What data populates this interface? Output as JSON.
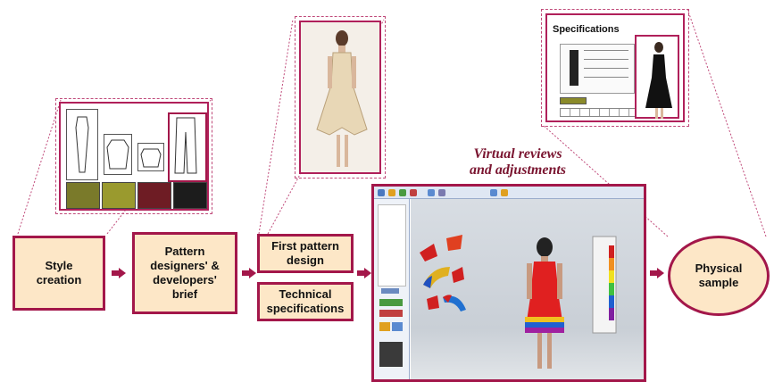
{
  "steps": {
    "style_creation": "Style\ncreation",
    "brief": "Pattern\ndesigners' &\ndevelopers'\nbrief",
    "first_pattern": "First pattern\ndesign",
    "tech_specs": "Technical\nspecifications",
    "physical_sample": "Physical\nsample"
  },
  "virtual_title_line1": "Virtual reviews",
  "virtual_title_line2": "and adjustments",
  "specifications_label": "Specifications",
  "colors": {
    "accent": "#a3174a",
    "box_fill": "#fde7c7",
    "title": "#7a1530"
  }
}
